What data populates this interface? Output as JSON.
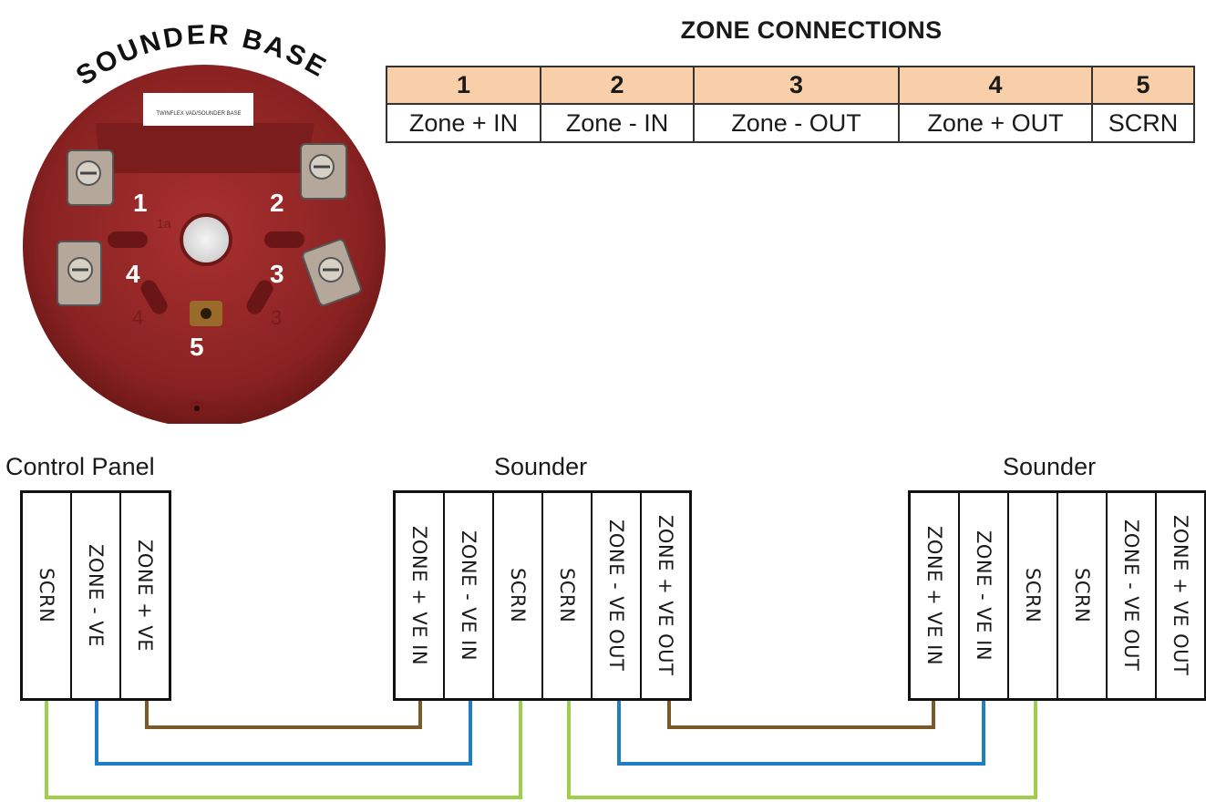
{
  "zone_connections": {
    "title": "ZONE CONNECTIONS",
    "numbers": [
      "1",
      "2",
      "3",
      "4",
      "5"
    ],
    "labels": [
      "Zone + IN",
      "Zone - IN",
      "Zone - OUT",
      "Zone + OUT",
      "SCRN"
    ]
  },
  "base": {
    "title": "SOUNDER BASE",
    "sticker": "TWINFLEX VAD/SOUNDER BASE",
    "terminals": [
      "1",
      "2",
      "3",
      "4",
      "5"
    ],
    "moulded_marks": [
      "4",
      "3",
      "1a"
    ]
  },
  "blocks": {
    "panel": {
      "label": "Control Panel",
      "cells": [
        "SCRN",
        "ZONE - VE",
        "ZONE + VE"
      ]
    },
    "sounder1": {
      "label": "Sounder",
      "cells": [
        "ZONE + VE IN",
        "ZONE - VE IN",
        "SCRN",
        "SCRN",
        "ZONE - VE OUT",
        "ZONE + VE OUT"
      ]
    },
    "sounder2": {
      "label": "Sounder",
      "cells": [
        "ZONE + VE IN",
        "ZONE - VE IN",
        "SCRN",
        "SCRN",
        "ZONE - VE OUT",
        "ZONE + VE OUT"
      ]
    }
  },
  "colors": {
    "base_red": "#8f2424",
    "header_fill": "#f8cfa8",
    "wire_positive": "#7a5a28",
    "wire_negative": "#1f7fc4",
    "wire_screen": "#9dcf4a"
  }
}
